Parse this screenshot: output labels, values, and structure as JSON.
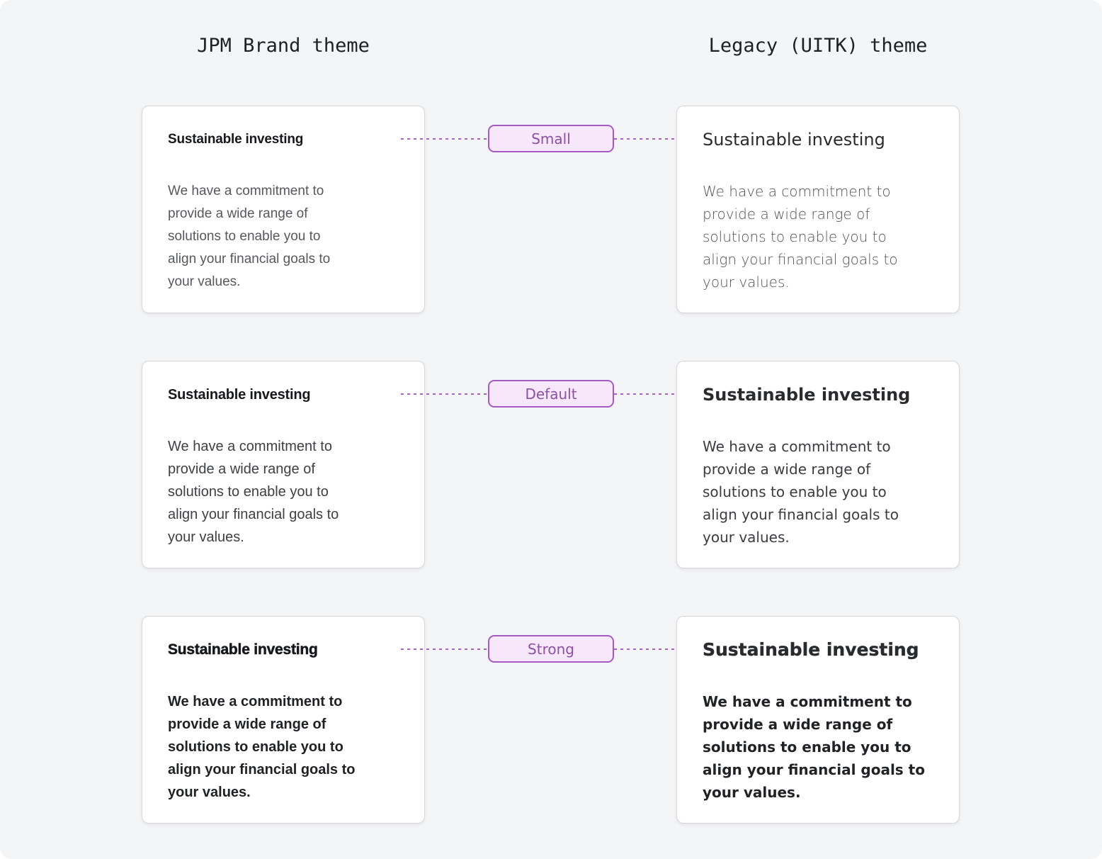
{
  "headers": {
    "left": "JPM Brand theme",
    "right": "Legacy (UITK) theme"
  },
  "rows": [
    {
      "variant_label": "Small",
      "left_card": {
        "title": "Sustainable investing",
        "body": "We have a commitment to\nprovide a wide range of\nsolutions to enable you to\nalign your financial goals to\nyour values."
      },
      "right_card": {
        "title": "Sustainable investing",
        "body": "We have a commitment to\nprovide a wide range of\nsolutions to enable you to\nalign your financial goals to\nyour values."
      }
    },
    {
      "variant_label": "Default",
      "left_card": {
        "title": "Sustainable investing",
        "body": "We have a commitment to\nprovide a wide range of\nsolutions to enable you to\nalign your financial goals to\nyour values."
      },
      "right_card": {
        "title": "Sustainable investing",
        "body": "We have a commitment to\nprovide a wide range of\nsolutions to enable you to\nalign your financial goals to\nyour values."
      }
    },
    {
      "variant_label": "Strong",
      "left_card": {
        "title": "Sustainable investing",
        "body": "We have a commitment to\nprovide a wide range of\nsolutions to enable you to\nalign your financial goals to\nyour values."
      },
      "right_card": {
        "title": "Sustainable investing",
        "body": "We have a commitment to\nprovide a wide range of\nsolutions to enable you to\nalign your financial goals to\nyour values."
      }
    }
  ],
  "colors": {
    "page_bg": "#f4f5f7",
    "card_bg": "#ffffff",
    "card_border": "#d7d7dc",
    "badge_bg": "#f7e7fb",
    "badge_border": "#a65ac2",
    "badge_text": "#8c50a4",
    "connector": "#a763c9"
  }
}
